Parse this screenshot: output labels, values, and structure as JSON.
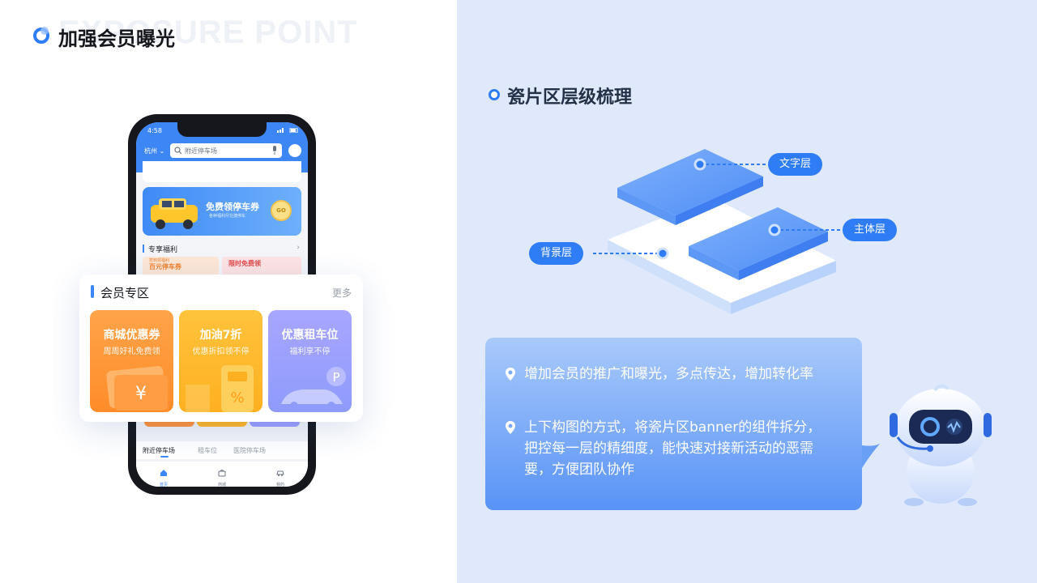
{
  "header": {
    "title": "加强会员曝光",
    "watermark": "EXPOSURE POINT"
  },
  "phone": {
    "status_time": "4:58",
    "city": "杭州",
    "search_placeholder": "附近停车场",
    "banner_title": "免费领停车券",
    "banner_sub": "各种福利尽在捷停车",
    "banner_coin": "GO",
    "benefits_title": "专享福利",
    "mini_tiles": [
      "百元停车券",
      "限时免费领"
    ],
    "mini_tile_tag": "签到领福利",
    "tabs": [
      "附近停车场",
      "租车位",
      "医院停车场"
    ],
    "nav": [
      {
        "label": "首页",
        "icon": "home-icon"
      },
      {
        "label": "商城",
        "icon": "shop-icon"
      },
      {
        "label": "我的",
        "icon": "car-icon"
      }
    ]
  },
  "member_card": {
    "title": "会员专区",
    "more": "更多",
    "tiles": [
      {
        "title": "商城优惠券",
        "sub": "周周好礼免费领",
        "color": "#ff8c28"
      },
      {
        "title": "加油7折",
        "sub": "优惠折扣领不停",
        "color": "#ffb020"
      },
      {
        "title": "优惠租车位",
        "sub": "福利享不停",
        "color": "#8e9bfb"
      }
    ]
  },
  "section": {
    "title": "瓷片区层级梳理",
    "layers": [
      "文字层",
      "主体层",
      "背景层"
    ]
  },
  "description": [
    "增加会员的推广和曝光，多点传达，增加转化率",
    "上下构图的方式，将瓷片区banner的组件拆分，把控每一层的精细度，能快速对接新活动的恶需要，方便团队协作"
  ],
  "colors": {
    "accent": "#2f7df6",
    "right_bg": "#dfe9fb"
  }
}
